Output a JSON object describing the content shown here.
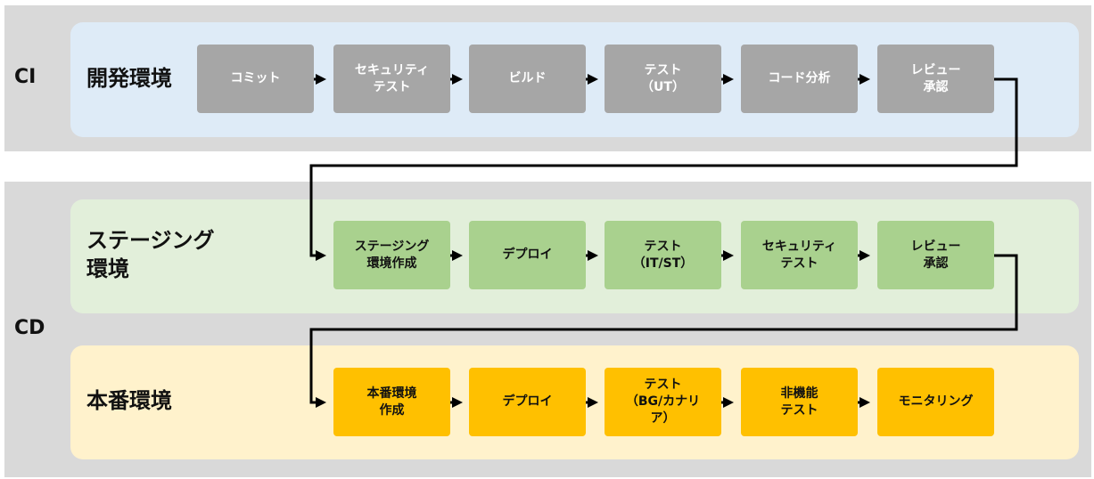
{
  "colors": {
    "band": "#d9d9d9",
    "dev_panel": "#deebf7",
    "staging_panel": "#e2efda",
    "prod_panel": "#fff2cc",
    "step_gray": "#a6a6a6",
    "step_green": "#a9d18e",
    "step_gold": "#ffc000",
    "arrow": "#000000"
  },
  "sections": {
    "ci_label": "CI",
    "cd_label": "CD"
  },
  "environments": {
    "dev": {
      "label": "開発環境",
      "steps": [
        "コミット",
        "セキュリティ\nテスト",
        "ビルド",
        "テスト\n（UT）",
        "コード分析",
        "レビュー\n承認"
      ]
    },
    "staging": {
      "label": "ステージング\n環境",
      "steps": [
        "ステージング\n環境作成",
        "デプロイ",
        "テスト\n（IT/ST）",
        "セキュリティ\nテスト",
        "レビュー\n承認"
      ]
    },
    "prod": {
      "label": "本番環境",
      "steps": [
        "本番環境\n作成",
        "デプロイ",
        "テスト\n（BG/カナリ\nア）",
        "非機能\nテスト",
        "モニタリング"
      ]
    }
  }
}
